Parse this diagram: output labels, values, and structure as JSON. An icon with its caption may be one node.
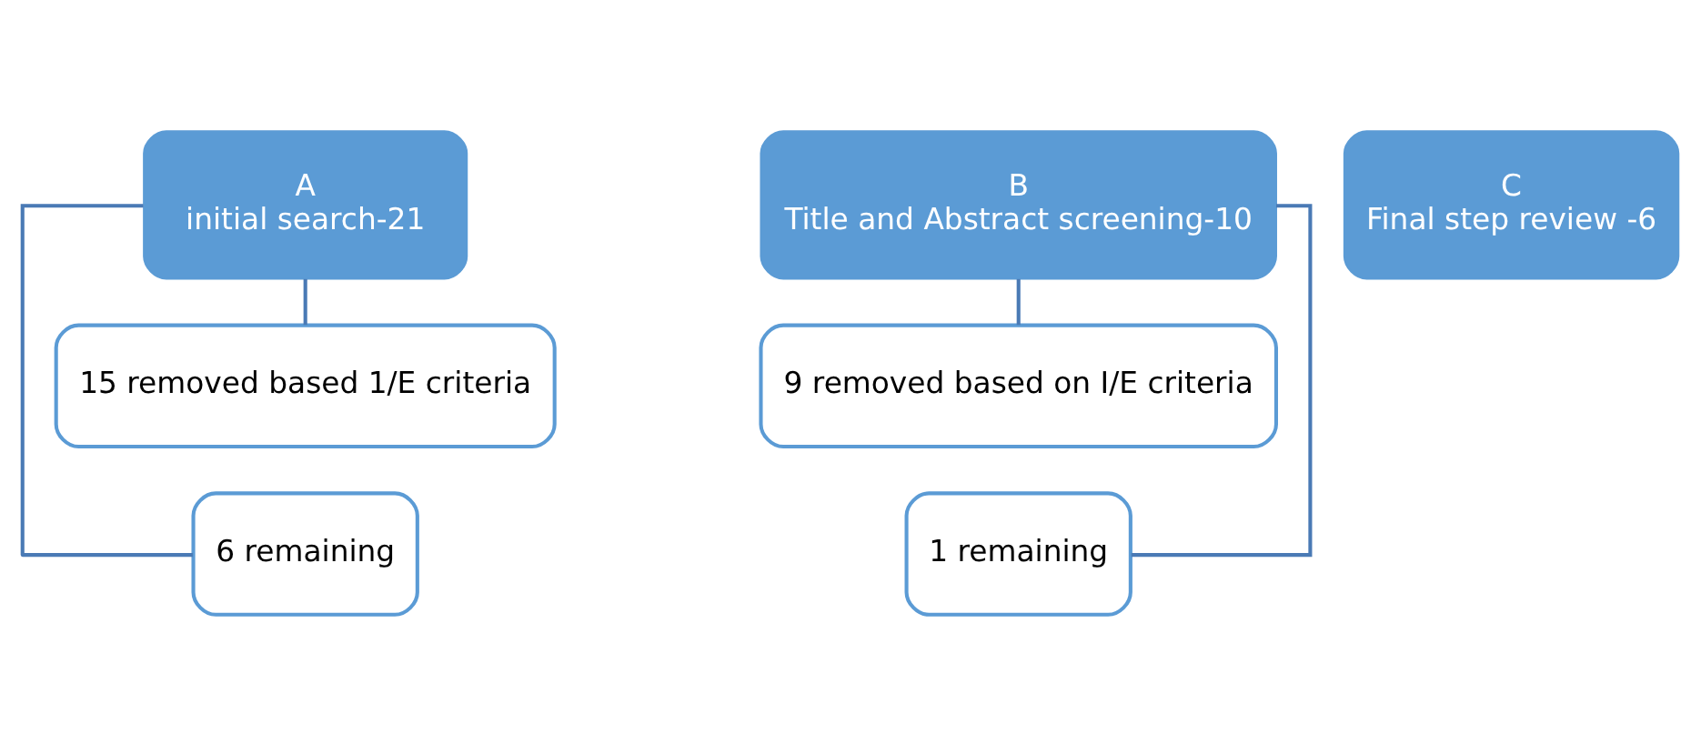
{
  "diagram": {
    "nodes": [
      {
        "text": [
          "A",
          "initial search-21"
        ]
      },
      {
        "text": [
          "15 removed based 1/E criteria"
        ]
      },
      {
        "text": [
          "6 remaining"
        ]
      },
      {
        "text": [
          "B",
          "Title and Abstract screening-10"
        ]
      },
      {
        "text": [
          "9 removed based on I/E criteria"
        ]
      },
      {
        "text": [
          "1 remaining"
        ]
      },
      {
        "text": [
          "C",
          "Final step review -6"
        ]
      }
    ],
    "edges": [
      {
        "from": 0,
        "to": 1,
        "arrow": "none"
      },
      {
        "from": 0,
        "to": 2,
        "arrow": "none"
      },
      {
        "from": 3,
        "to": 4,
        "arrow": "none"
      },
      {
        "from": 3,
        "to": 5,
        "arrow": "none"
      }
    ]
  }
}
